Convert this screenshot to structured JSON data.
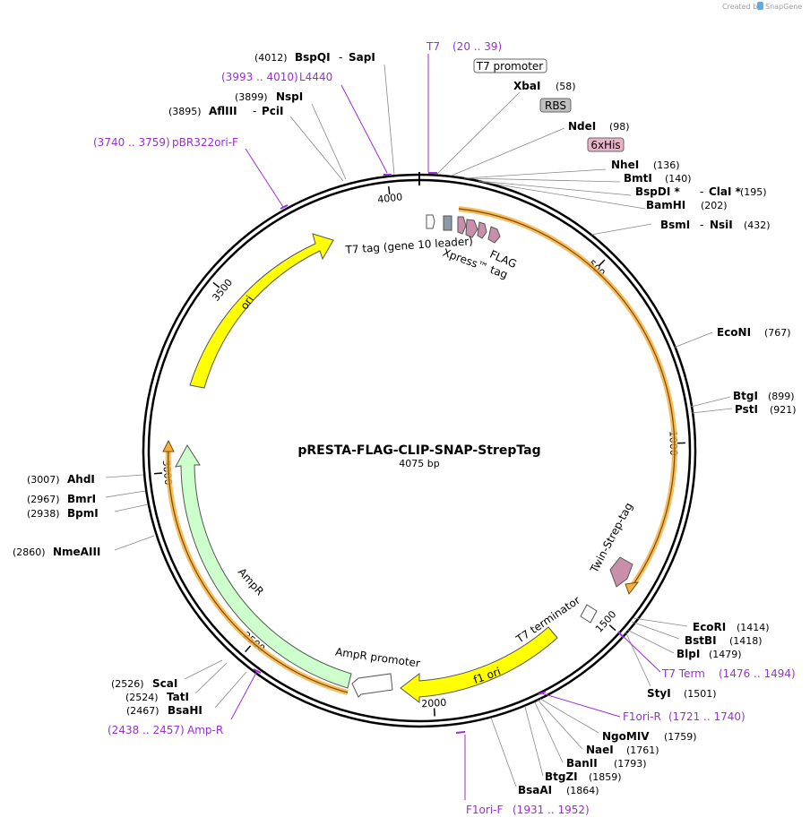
{
  "title": "pRESTA-FLAG-CLIP-SNAP-StrepTag",
  "length_label": "4075 bp",
  "credit_text": "Created by",
  "credit_brand": "SnapGene",
  "total_bp": 4075,
  "ticks": [
    "500",
    "1000",
    "1500",
    "2000",
    "2500",
    "3000",
    "3500",
    "4000"
  ],
  "enzymes": [
    {
      "name": "BspQI",
      "name2": "SapI",
      "pos": "(4012)"
    },
    {
      "name": "NspI",
      "pos": "(3899)"
    },
    {
      "name": "AflIII",
      "name2": "PciI",
      "pos": "(3895)"
    },
    {
      "name": "XbaI",
      "pos": "(58)"
    },
    {
      "name": "NdeI",
      "pos": "(98)"
    },
    {
      "name": "NheI",
      "pos": "(136)"
    },
    {
      "name": "BmtI",
      "pos": "(140)"
    },
    {
      "name": "BspDI *",
      "name2": "ClaI *",
      "pos": "(195)"
    },
    {
      "name": "BamHI",
      "pos": "(202)"
    },
    {
      "name": "BsmI",
      "name2": "NsiI",
      "pos": "(432)"
    },
    {
      "name": "EcoNI",
      "pos": "(767)"
    },
    {
      "name": "BtgI",
      "pos": "(899)"
    },
    {
      "name": "PstI",
      "pos": "(921)"
    },
    {
      "name": "EcoRI",
      "pos": "(1414)"
    },
    {
      "name": "BstBI",
      "pos": "(1418)"
    },
    {
      "name": "BlpI",
      "pos": "(1479)"
    },
    {
      "name": "StyI",
      "pos": "(1501)"
    },
    {
      "name": "NgoMIV",
      "pos": "(1759)"
    },
    {
      "name": "NaeI",
      "pos": "(1761)"
    },
    {
      "name": "BanII",
      "pos": "(1793)"
    },
    {
      "name": "BtgZI",
      "pos": "(1859)"
    },
    {
      "name": "BsaAI",
      "pos": "(1864)"
    },
    {
      "name": "ScaI",
      "pos": "(2526)"
    },
    {
      "name": "TatI",
      "pos": "(2524)"
    },
    {
      "name": "BsaHI",
      "pos": "(2467)"
    },
    {
      "name": "AhdI",
      "pos": "(3007)"
    },
    {
      "name": "BmrI",
      "pos": "(2967)"
    },
    {
      "name": "BpmI",
      "pos": "(2938)"
    },
    {
      "name": "NmeAIII",
      "pos": "(2860)"
    }
  ],
  "primers": [
    {
      "name": "T7",
      "range": "(20 .. 39)"
    },
    {
      "name": "L4440",
      "range": "(3993 .. 4010)"
    },
    {
      "name": "pBR322ori-F",
      "range": "(3740 .. 3759)"
    },
    {
      "name": "T7 Term",
      "range": "(1476 .. 1494)"
    },
    {
      "name": "F1ori-R",
      "range": "(1721 .. 1740)"
    },
    {
      "name": "F1ori-F",
      "range": "(1931 .. 1952)"
    },
    {
      "name": "Amp-R",
      "range": "(2438 .. 2457)"
    }
  ],
  "boxed_features": [
    {
      "name": "T7 promoter"
    },
    {
      "name": "RBS"
    },
    {
      "name": "6xHis"
    }
  ],
  "features": [
    {
      "name": "T7 tag (gene 10 leader)"
    },
    {
      "name": "FLAG"
    },
    {
      "name": "Xpress™ tag"
    },
    {
      "name": "ori"
    },
    {
      "name": "Twin-Strep-tag"
    },
    {
      "name": "T7 terminator"
    },
    {
      "name": "f1 ori"
    },
    {
      "name": "AmpR promoter"
    },
    {
      "name": "AmpR"
    }
  ],
  "colors": {
    "ori": "#ffff00",
    "f1_ori": "#ffff00",
    "ampr": "#ccffcc",
    "tag": "#c98faa",
    "orf_outline": "#f5b041",
    "primer": "#9a2fd3",
    "rbs": "#c0c0c0",
    "his": "#e8b4c8"
  }
}
